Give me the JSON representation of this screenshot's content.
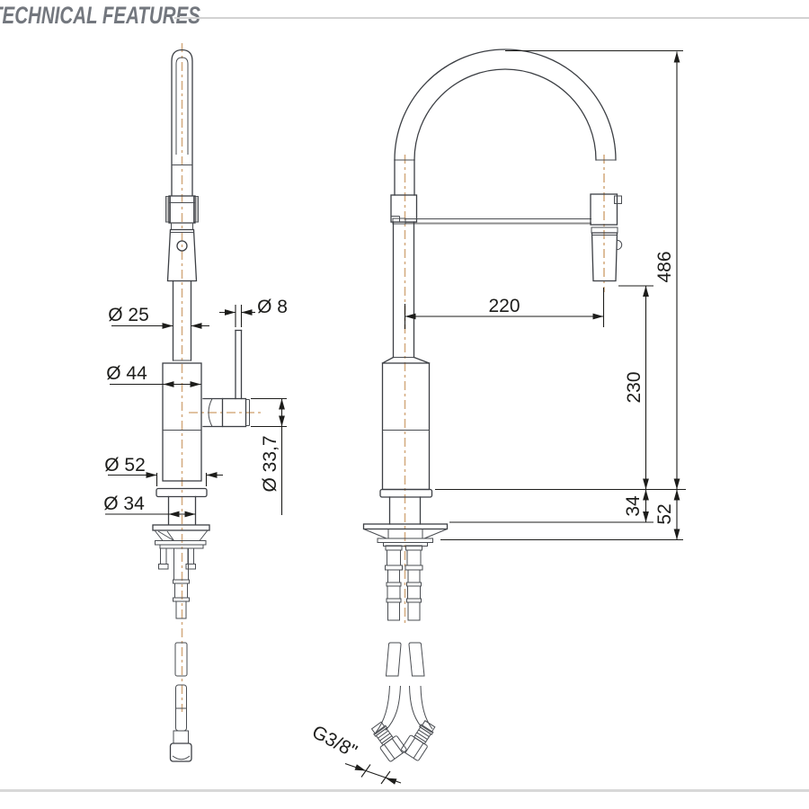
{
  "header": {
    "title": "TECHNICAL FEATURES"
  },
  "drawing": {
    "dimensions": {
      "spout_tube_diameter": "Ø 25",
      "lever_rod_diameter": "Ø 8",
      "body_diameter": "Ø 44",
      "flange_diameter": "Ø 52",
      "lever_hub_diameter": "Ø 33,7",
      "shank_diameter": "Ø 34",
      "spout_reach": "220",
      "outlet_height": "230",
      "deck_gap_height": "34",
      "deck_mount_height": "52",
      "total_height": "486",
      "hose_connection": "G3/8\""
    },
    "colors": {
      "outline": "#3c3f44",
      "dimension": "#1d1d1b",
      "centerline": "#d5ad82",
      "rule": "#d2d2d2",
      "title": "#73777e"
    }
  }
}
